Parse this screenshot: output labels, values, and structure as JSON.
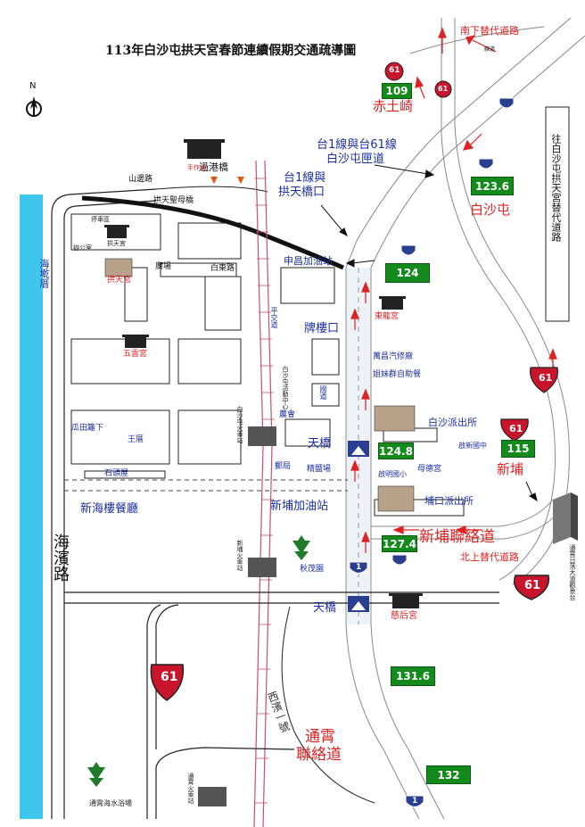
{
  "map": {
    "title": "113年白沙屯拱天宮春節連續假期交通疏導圖",
    "north_label": "N",
    "highway_61_label": "61",
    "highway_1_label": "1",
    "labels": {
      "south_bypass": "南下替代道路",
      "chitu": "赤土崎",
      "baishatun": "白沙屯",
      "xinpu": "新埔",
      "xinpu_link": "新埔聯絡道",
      "north_bypass": "北上替代道路",
      "tongxiao_link_1": "通霄",
      "tongxiao_link_2": "聯絡道",
      "haibin_road": "海濱路",
      "haishua": "海墘厝",
      "tai1_tai61_1": "台1線與台61線",
      "tai1_tai61_2": "白沙屯匣道",
      "tai1_gongtian_1": "台1線與",
      "tai1_gongtian_2": "拱天橋口",
      "shenchang_gas": "申昌加油站",
      "pailoukou": "牌樓口",
      "tianqiao_1": "天橋",
      "tianqiao_2": "天橋",
      "xinpu_gas": "新埔加油站",
      "xinhai_restaurant": "新海樓餐廳",
      "wanchang": "萬昌汽修廠",
      "ziyou": "姐妹群自助餐",
      "baisha_police": "白沙派出所",
      "pukou_police": "埔口派出所",
      "qiuzhi": "秋茂園",
      "cihou": "慈后宮",
      "dongling": "東龍宮",
      "wuyun": "五雲宮",
      "gongtian": "拱天宮",
      "guotian": "過港橋",
      "shanbian_road": "山邊路",
      "gongtian_bridge": "拱天聖母橋",
      "guangchang": "廣場",
      "baidong_road": "白東路",
      "guatian": "瓜田籬下",
      "wangwu": "王厝",
      "stone_house": "石頭屋",
      "post_office": "郵局",
      "jingyan": "精鹽場",
      "farmer_assoc": "農會",
      "guodao": "國道",
      "baisha_station": "白沙屯火車站",
      "xinpu_station": "新埔火車站",
      "tongxiao_station": "通霄火車站",
      "tongxiao_bath": "通霄海水浴場",
      "parking": "停車區",
      "admin": "辦公室",
      "gongtian_board": "拱天宮",
      "shoubaiqiao": "手作坊",
      "pingjiao": "平交道",
      "wuxing": "母德宮",
      "jixin": "啟新國中",
      "qiming": "啟明國小",
      "baisha_east": "白沙屯",
      "tongxiao_bridge": "西濱一號",
      "side_sign": "往白沙屯拱天宮替代道路",
      "tongxiao_viewing": "通霄日落大道觀景台",
      "sign_small": "線道",
      "hall": "白沙屯活動中心"
    },
    "mileposts": {
      "m109": "109",
      "m123": "123.6",
      "m124": "124",
      "m124_8": "124.8",
      "m115": "115",
      "m127": "127.4",
      "m131": "131.6",
      "m132": "132"
    },
    "colors": {
      "coast": "#3fc6ec",
      "railway": "#c8506a",
      "highway_red": "#c8152b",
      "highway_blue": "#2a3f8f",
      "milepost_green": "#138a1b",
      "road_line": "#222222"
    }
  }
}
